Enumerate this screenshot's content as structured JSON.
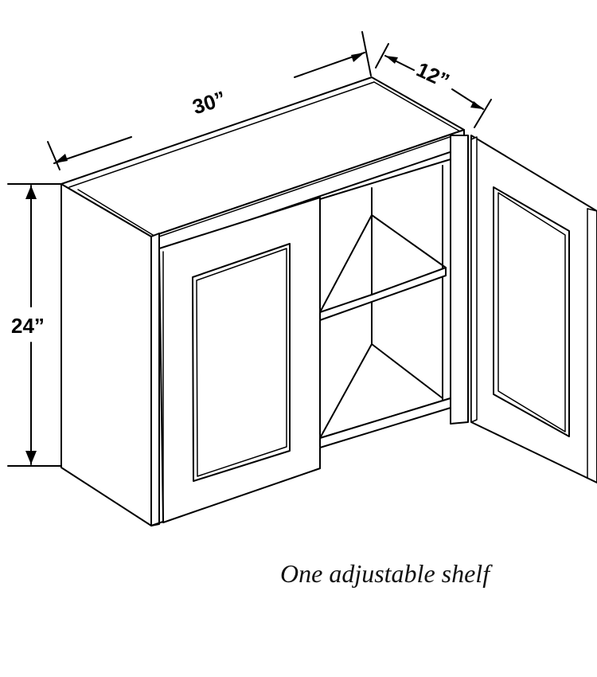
{
  "dimensions": {
    "width": "30”",
    "depth": "12”",
    "height": "24”"
  },
  "caption": "One adjustable shelf"
}
